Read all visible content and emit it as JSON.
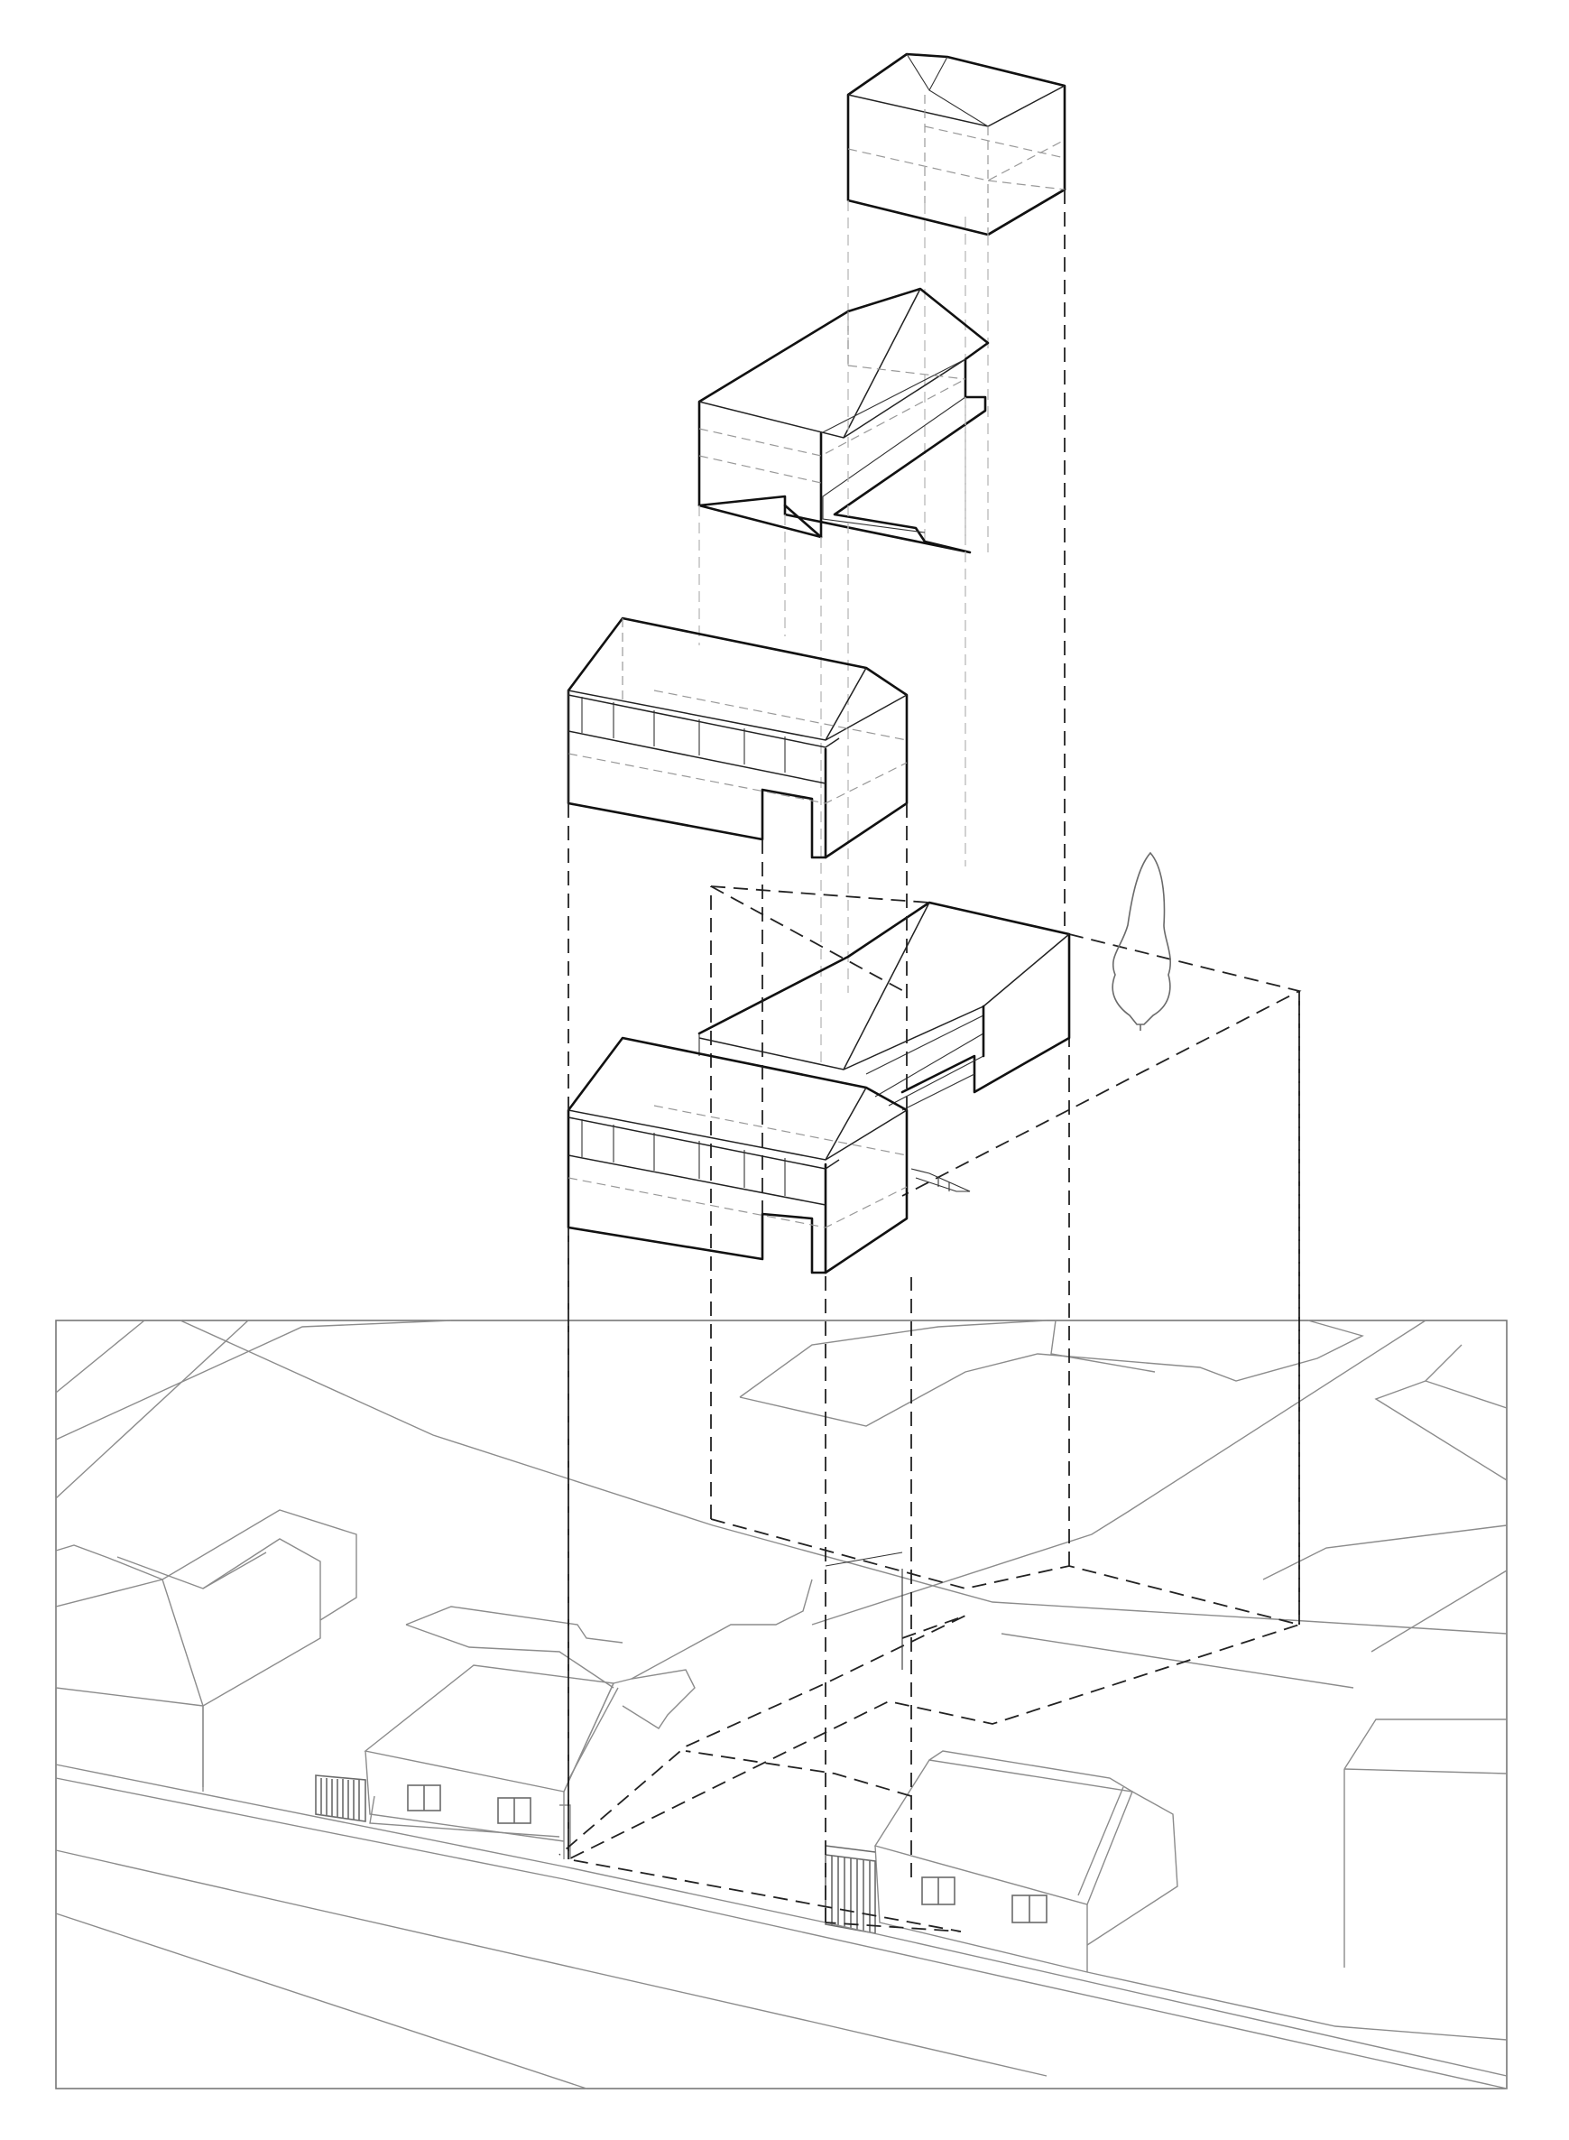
{
  "diagram": {
    "type": "exploded-axonometric",
    "labels": [],
    "components": [
      "roof-block",
      "upper-floor-with-external-stair",
      "ground-floor-with-gallery",
      "assembled-house-with-annex",
      "plot-outline",
      "tree",
      "site-context-with-neighbouring-houses"
    ],
    "colors": {
      "background": "#ffffff",
      "linework": "#111111",
      "context": "#8c8c8c",
      "projection": "#222222"
    }
  }
}
